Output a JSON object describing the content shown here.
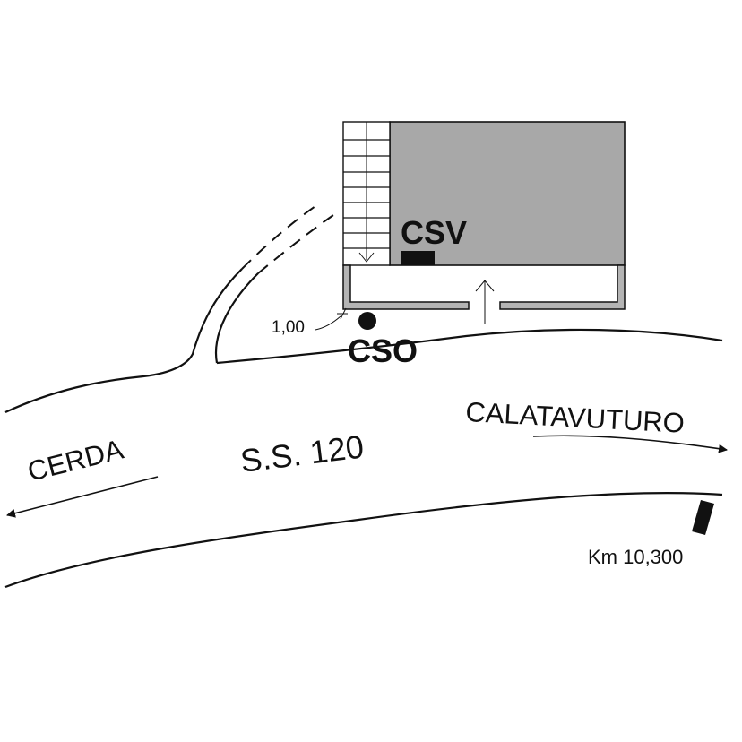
{
  "labels": {
    "road_name": "S.S. 120",
    "direction_west": "CERDA",
    "direction_east": "CALATAVUTURO",
    "station_outdoor": "CSO",
    "station_indoor": "CSV",
    "height": "1,00",
    "km_marker": "Km 10,300"
  },
  "colors": {
    "line": "#111111",
    "building_fill": "#a8a8a8",
    "fence_fill": "#b4b4b4",
    "background": "#ffffff"
  }
}
